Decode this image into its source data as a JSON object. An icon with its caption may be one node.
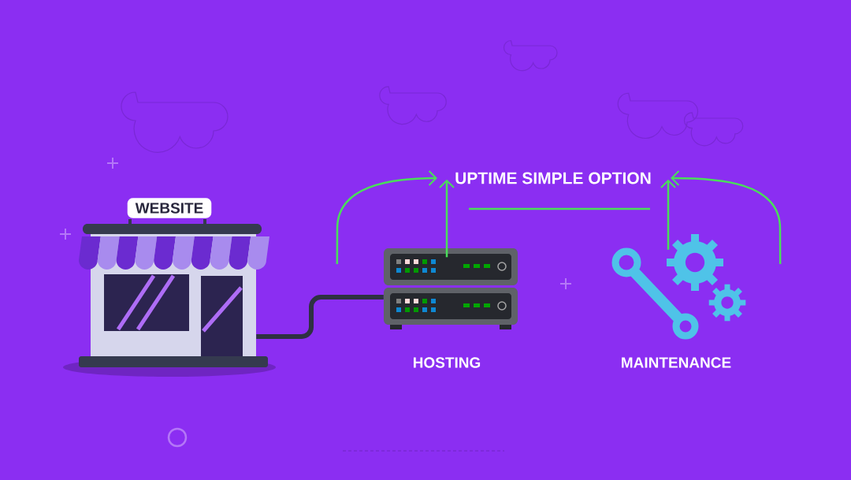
{
  "diagram": {
    "nodes": [
      {
        "text": [
          "WEBSITE"
        ]
      },
      {
        "text": [
          "HOSTING"
        ]
      },
      {
        "text": [
          "MAINTENANCE"
        ]
      },
      {
        "text": [
          "UPTIME SIMPLE OPTION"
        ]
      }
    ],
    "edges": [
      {
        "from": 0,
        "to": 1,
        "arrow": "none",
        "color": "#2e3142",
        "style": "thick"
      },
      {
        "from": 1,
        "to": 3,
        "arrow": "to"
      },
      {
        "from": 1,
        "to": 3,
        "arrow": "to"
      },
      {
        "from": 2,
        "to": 3,
        "arrow": "to"
      },
      {
        "from": 2,
        "to": 3,
        "arrow": "to"
      }
    ]
  }
}
